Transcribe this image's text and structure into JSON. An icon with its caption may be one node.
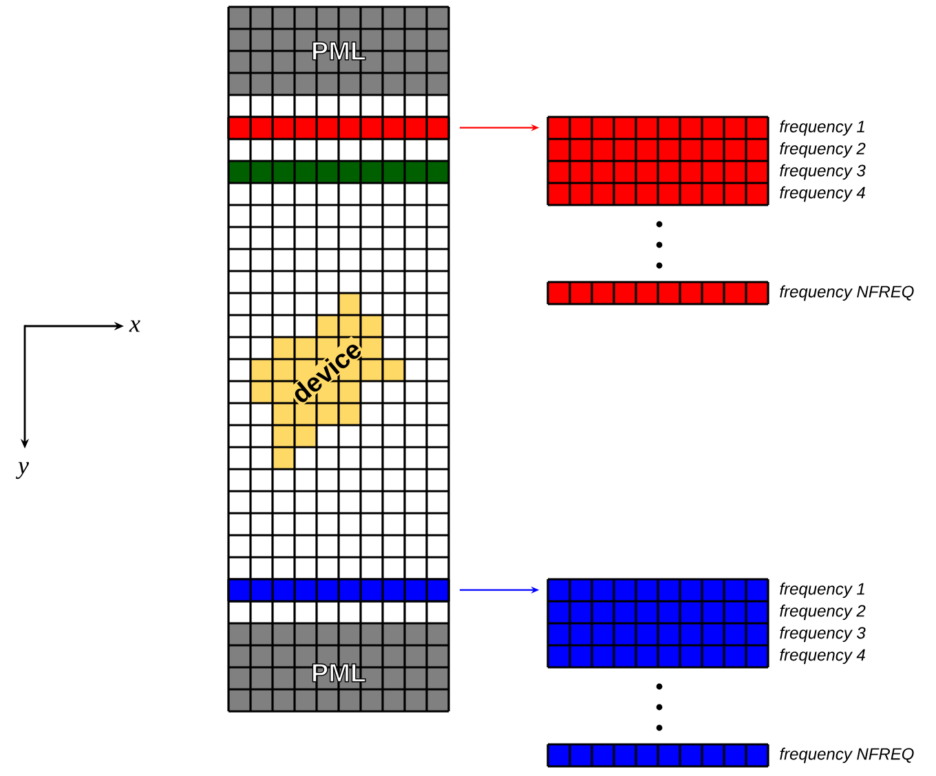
{
  "diagram": {
    "nodes": [
      {
        "text": [
          "PML",
          "device",
          "PML"
        ]
      },
      {
        "text": [],
        "shape": "bar",
        "in": 0
      },
      {
        "text": [],
        "shape": "bar",
        "in": 0
      },
      {
        "text": [],
        "shape": "box",
        "beside": [
          "frequency 1",
          "frequency 2",
          "frequency 3",
          "frequency 4"
        ]
      },
      {
        "text": [],
        "shape": "bar",
        "beside": [
          "frequency NFREQ"
        ]
      },
      {
        "text": [],
        "shape": "box",
        "beside": [
          "frequency 1",
          "frequency 2",
          "frequency 3",
          "frequency 4"
        ]
      },
      {
        "text": [],
        "shape": "bar",
        "beside": [
          "frequency NFREQ"
        ]
      }
    ],
    "edges": [
      {
        "from": 1,
        "to": 3,
        "arrow": "to",
        "color": "#ff0000"
      },
      {
        "from": 2,
        "to": 5,
        "arrow": "to",
        "color": "#0000ff"
      }
    ],
    "labels": [
      "x",
      "y"
    ]
  }
}
